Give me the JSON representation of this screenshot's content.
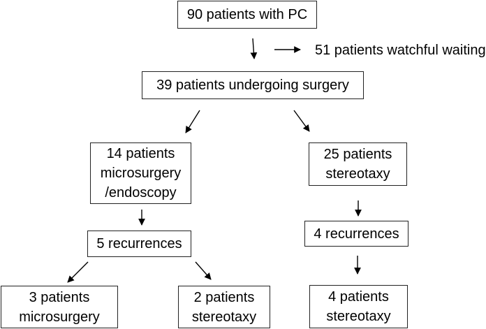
{
  "diagram": {
    "nodes": {
      "all_patients": {
        "lines": [
          "90 patients with PC"
        ]
      },
      "watchful_waiting": {
        "lines": [
          "51 patients watchful waiting"
        ]
      },
      "surgery": {
        "lines": [
          "39 patients undergoing surgery"
        ]
      },
      "microsurgery_endoscopy": {
        "lines": [
          "14 patients",
          "microsurgery",
          "/endoscopy"
        ]
      },
      "stereotaxy": {
        "lines": [
          "25 patients",
          "stereotaxy"
        ]
      },
      "recurrences_left": {
        "lines": [
          "5 recurrences"
        ]
      },
      "recurrences_right": {
        "lines": [
          "4 recurrences"
        ]
      },
      "left_microsurgery": {
        "lines": [
          "3 patients",
          "microsurgery"
        ]
      },
      "left_stereotaxy": {
        "lines": [
          "2 patients",
          "stereotaxy"
        ]
      },
      "right_stereotaxy": {
        "lines": [
          "4 patients",
          "stereotaxy"
        ]
      }
    },
    "edges": [
      {
        "from": "all_patients",
        "to": "surgery"
      },
      {
        "from": "all_patients",
        "to": "watchful_waiting"
      },
      {
        "from": "surgery",
        "to": "microsurgery_endoscopy"
      },
      {
        "from": "surgery",
        "to": "stereotaxy"
      },
      {
        "from": "microsurgery_endoscopy",
        "to": "recurrences_left"
      },
      {
        "from": "stereotaxy",
        "to": "recurrences_right"
      },
      {
        "from": "recurrences_left",
        "to": "left_microsurgery"
      },
      {
        "from": "recurrences_left",
        "to": "left_stereotaxy"
      },
      {
        "from": "recurrences_right",
        "to": "right_stereotaxy"
      }
    ],
    "colors": {
      "box_border": "#222222",
      "arrow": "#000000",
      "text": "#000000",
      "background": "#ffffff"
    }
  }
}
